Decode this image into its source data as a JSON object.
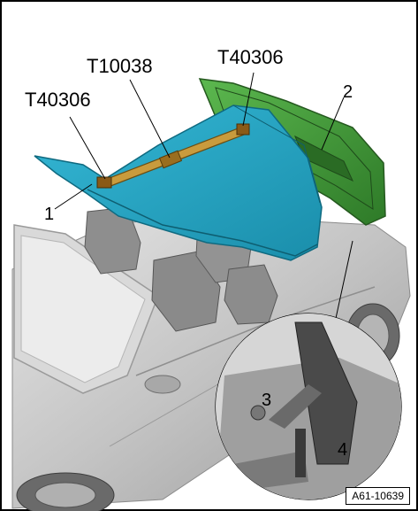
{
  "figure": {
    "id": "A61-10639",
    "callouts": {
      "tool_left": "T40306",
      "tool_center": "T10038",
      "tool_right": "T40306"
    },
    "items": {
      "item_1": "1",
      "item_2": "2",
      "item_3": "3",
      "item_4": "4"
    }
  },
  "colors": {
    "roof_panel": "#1fa3c2",
    "roof_panel_dark": "#137a93",
    "storage_lid": "#3f9d3a",
    "storage_lid_dark": "#2b6e27",
    "tool_bar": "#c79a3c",
    "car_body": "#bfbfbf",
    "car_body_dark": "#7a7a7a"
  }
}
